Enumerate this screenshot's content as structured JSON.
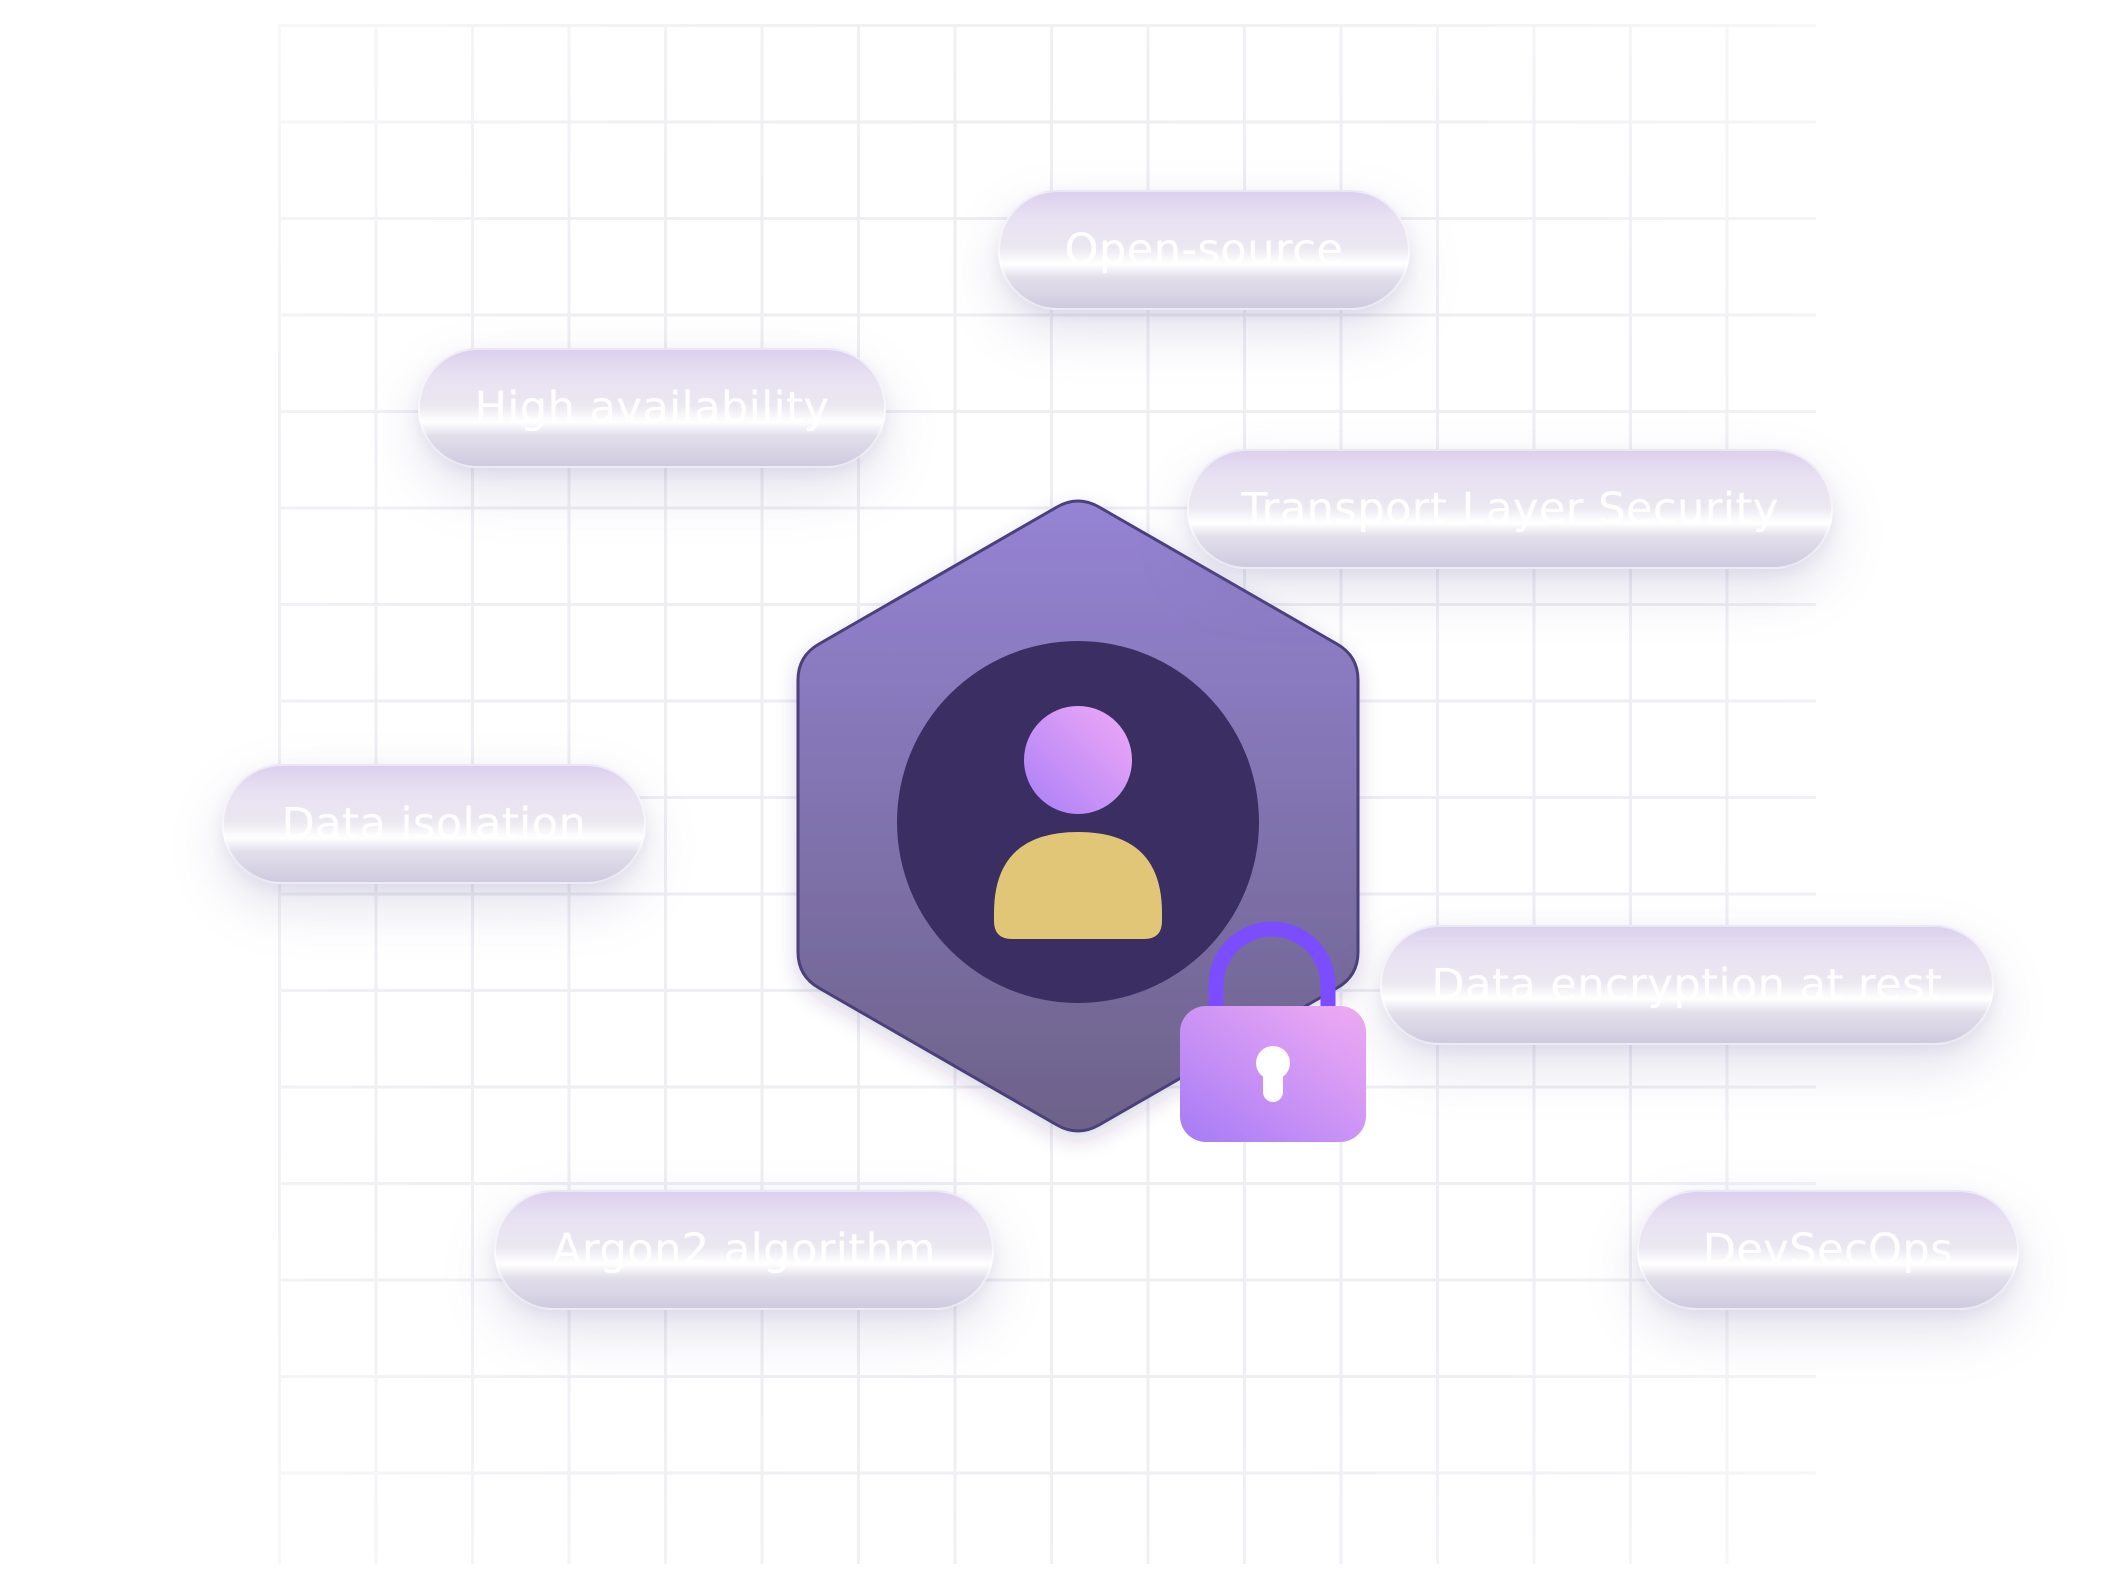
{
  "colors": {
    "grid_line": "#eeeef3",
    "hexagon_top": "#9583d4",
    "hexagon_bottom": "#6d6289",
    "avatar_circle": "#3a2e63",
    "avatar_head_from": "#a97ff7",
    "avatar_head_to": "#f1aaf7",
    "avatar_body": "#e2c677",
    "lock_shackle": "#7c4dff",
    "lock_body_from": "#a67bf6",
    "lock_body_to": "#f2acf4",
    "pill_text": "#ffffff"
  },
  "illustration": {
    "center_icon": "user-shield-icon",
    "badge_icon": "padlock-icon"
  },
  "tags": [
    {
      "id": "open-source",
      "label": "Open-source"
    },
    {
      "id": "high-availability",
      "label": "High availability"
    },
    {
      "id": "tls",
      "label": "Transport Layer Security"
    },
    {
      "id": "data-isolation",
      "label": "Data isolation"
    },
    {
      "id": "encryption-at-rest",
      "label": "Data encryption at rest"
    },
    {
      "id": "argon2",
      "label": "Argon2 algorithm"
    },
    {
      "id": "devsecops",
      "label": "DevSecOps"
    }
  ]
}
